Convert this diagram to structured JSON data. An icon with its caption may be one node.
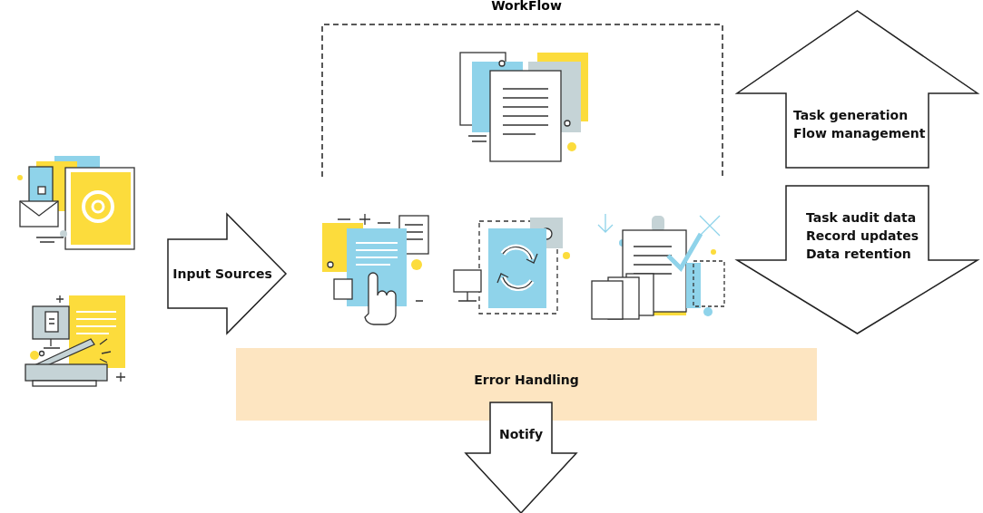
{
  "diagram": {
    "title": "WorkFlow",
    "nodes": [
      {
        "text": [
          "Input Sources"
        ]
      },
      {
        "text": [
          "Task generation",
          "Flow management"
        ]
      },
      {
        "text": [
          "Task audit data",
          "Record updates",
          "Data retention"
        ]
      },
      {
        "text": [
          "Error Handling"
        ]
      },
      {
        "text": [
          "Notify"
        ]
      }
    ]
  }
}
